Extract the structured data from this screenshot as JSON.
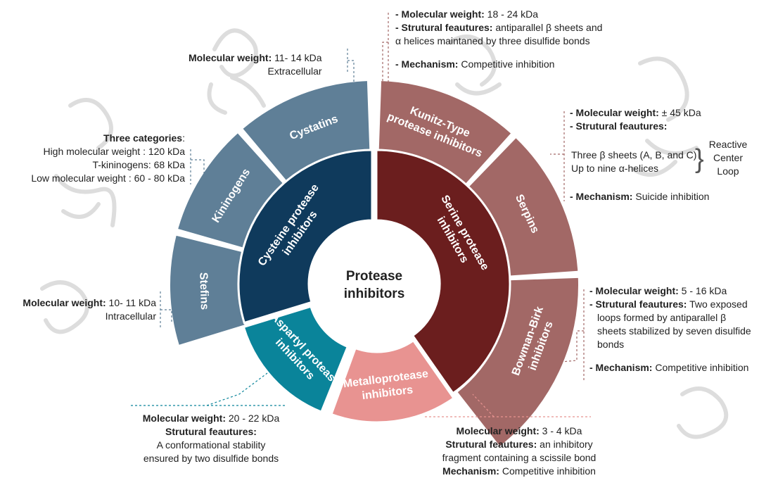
{
  "center": {
    "line1": "Protease",
    "line2": "inhibitors"
  },
  "inner_groups": [
    {
      "id": "cysteine",
      "lines": [
        "Cysteine protease",
        "inhibitors"
      ],
      "color": "#0f3a5c"
    },
    {
      "id": "serine",
      "lines": [
        "Serine protease",
        "inhibitors"
      ],
      "color": "#6b1e1e"
    },
    {
      "id": "aspartyl",
      "lines": [
        "Aspartyl protease",
        "inhibitors"
      ],
      "color": "#0a849a"
    },
    {
      "id": "metallo",
      "lines": [
        "Metalloprotease",
        "inhibitors"
      ],
      "color": "#e89391"
    }
  ],
  "outer_families": [
    {
      "id": "stefins",
      "lines": [
        "Stefins"
      ],
      "color": "#5f7f97"
    },
    {
      "id": "kininogens",
      "lines": [
        "Kininogens"
      ],
      "color": "#5f7f97"
    },
    {
      "id": "cystatins",
      "lines": [
        "Cystatins"
      ],
      "color": "#5f7f97"
    },
    {
      "id": "kunitz",
      "lines": [
        "Kunitz-Type",
        "protease inhibitors"
      ],
      "color": "#a26866"
    },
    {
      "id": "serpins",
      "lines": [
        "Serpins"
      ],
      "color": "#a26866"
    },
    {
      "id": "bowman",
      "lines": [
        "Bowman-Birk",
        "inhibitors"
      ],
      "color": "#a26866"
    }
  ],
  "notes": {
    "cystatins": {
      "mw_label": "Molecular weight:",
      "mw_value": " 11- 14 kDa",
      "location": "Extracellular"
    },
    "kininogens": {
      "heading": "Three categories",
      "heading_suffix": ":",
      "rows": [
        "High molecular weight : 120 kDa",
        "T-kininogens: 68 kDa",
        "Low molecular weight : 60 - 80 kDa"
      ]
    },
    "stefins": {
      "mw_label": "Molecular weight:",
      "mw_value": " 10- 11 kDa",
      "location": "Intracellular"
    },
    "kunitz": {
      "mw_label": "- Molecular weight:",
      "mw_value": " 18 - 24 kDa",
      "sf_label": "- Strutural feautures:",
      "sf_value": " antiparallel β sheets and",
      "sf_value2": "α helices maintaned by three disulfide bonds",
      "mech_label": "- Mechanism:",
      "mech_value": " Competitive inhibition"
    },
    "serpins": {
      "mw_label": "- Molecular weight:",
      "mw_value": " ± 45 kDa",
      "sf_label": "- Strutural feautures:",
      "sf_line1": "Three β sheets (A, B, and C)",
      "sf_line2": "Up to nine α-helices",
      "brace": "}",
      "rcl": [
        "Reactive",
        "Center",
        "Loop"
      ],
      "mech_label": "- Mechanism:",
      "mech_value": " Suicide inhibition"
    },
    "bowman": {
      "mw_label": "- Molecular weight:",
      "mw_value": " 5 - 16 kDa",
      "sf_label": "- Strutural feautures:",
      "sf_value": " Two exposed",
      "sf_rows": [
        "loops formed by antiparallel β",
        "sheets stabilized by seven disulfide",
        "bonds"
      ],
      "mech_label": "- Mechanism:",
      "mech_value": " Competitive inhibition"
    },
    "aspartyl": {
      "mw_label": "Molecular weight:",
      "mw_value": " 20 - 22 kDa",
      "sf_label": "Strutural feautures:",
      "rows": [
        "A conformational stability",
        "ensured by two disulfide bonds"
      ]
    },
    "metallo": {
      "mw_label": "Molecular weight:",
      "mw_value": " 3 - 4 kDa",
      "sf_label": "Strutural feautures:",
      "sf_value": " an inhibitory",
      "row": "fragment containing a scissile bond",
      "mech_label": "Mechanism:",
      "mech_value": " Competitive inhibition"
    }
  }
}
